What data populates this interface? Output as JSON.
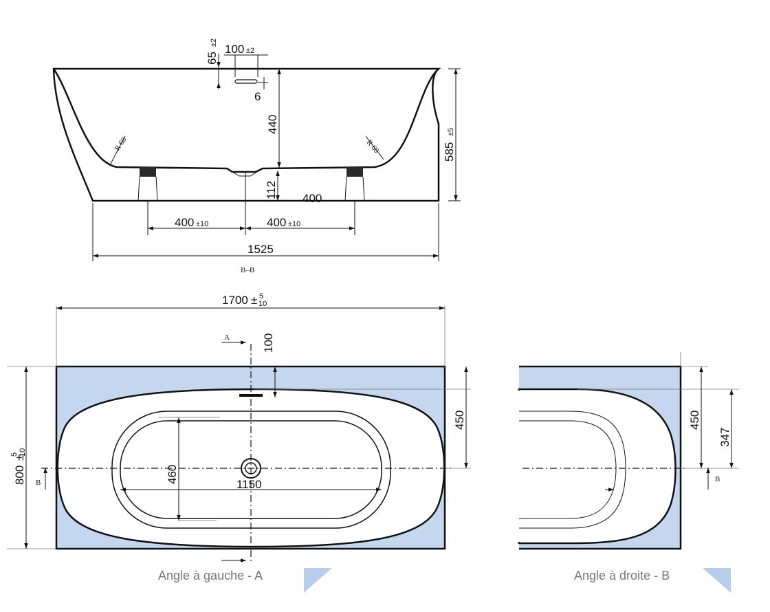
{
  "section_view": {
    "label": "B–B",
    "dimensions": {
      "overflow_vertical": "65",
      "overflow_vertical_tol": "±2",
      "overflow_width": "100",
      "overflow_width_tol": "±2",
      "slot": "6",
      "inner_depth": "440",
      "total_height": "585",
      "total_height_tol": "±5",
      "radius_left": "R 60",
      "radius_right": "R 60",
      "foot_height": "112",
      "drain_offset": "400",
      "foot_left": "400",
      "foot_left_tol": "±10",
      "foot_right": "400",
      "foot_right_tol": "±10",
      "base_length": "1525"
    }
  },
  "plan_view": {
    "length": "1700",
    "length_tol_upper": "5",
    "length_tol_lower": "10",
    "width": "800",
    "width_tol_upper": "5",
    "width_tol_lower": "10",
    "rim_offset": "100",
    "half_width": "450",
    "basin_width": "460",
    "basin_length": "1150",
    "section_marker_a": "A",
    "section_marker_b": "B",
    "caption": "Angle à gauche - A"
  },
  "right_view": {
    "half_width": "450",
    "offset": "347",
    "section_marker_b": "B",
    "caption": "Angle à droite - B"
  },
  "colors": {
    "apron_fill": "#c5d7ee",
    "flag_fill": "#b7cdec",
    "line": "#111111",
    "caption": "#777777"
  }
}
